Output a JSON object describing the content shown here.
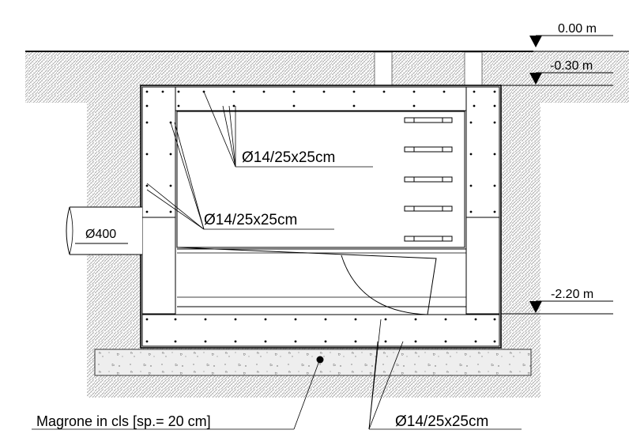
{
  "levels": {
    "top": "0.00 m",
    "mid": "-0.30 m",
    "bottom": "-2.20 m"
  },
  "labels": {
    "rebar_top": "Ø14/25x25cm",
    "rebar_wall": "Ø14/25x25cm",
    "rebar_base": "Ø14/25x25cm",
    "pipe": "Ø400",
    "lean_concrete": "Magrone in cls [sp.= 20 cm]"
  }
}
